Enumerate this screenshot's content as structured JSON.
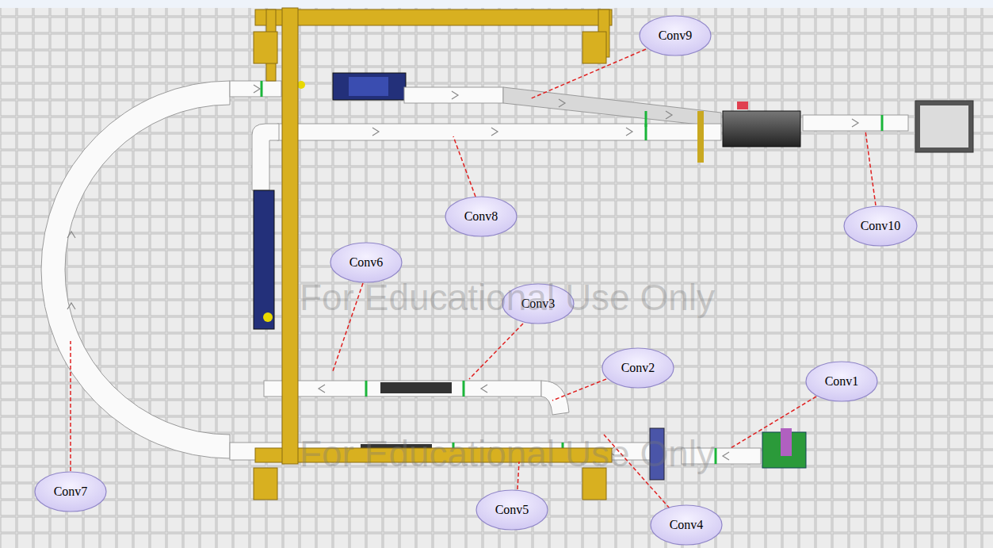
{
  "diagram": {
    "nodes": [
      {
        "text": [
          "Conv9"
        ]
      },
      {
        "text": [
          "Conv8"
        ]
      },
      {
        "text": [
          "Conv10"
        ]
      },
      {
        "text": [
          "Conv6"
        ]
      },
      {
        "text": [
          "Conv3"
        ]
      },
      {
        "text": [
          "Conv2"
        ]
      },
      {
        "text": [
          "Conv1"
        ]
      },
      {
        "text": [
          "Conv7"
        ]
      },
      {
        "text": [
          "Conv5"
        ]
      },
      {
        "text": [
          "Conv4"
        ]
      }
    ],
    "labels": [
      "For Educational Use Only",
      "For Educational Use Only"
    ]
  }
}
